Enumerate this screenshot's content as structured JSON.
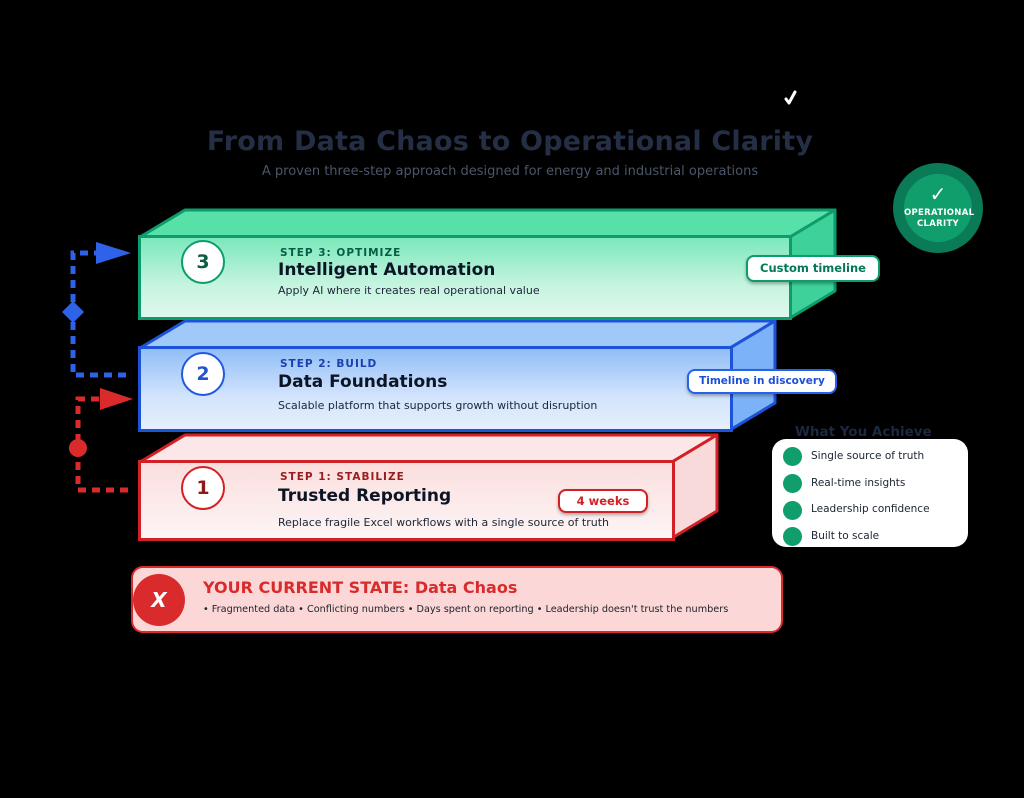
{
  "header": {
    "title": "From Data Chaos to Operational Clarity",
    "subtitle": "A proven three-step approach designed for energy and industrial operations"
  },
  "clarity_badge": {
    "check": "✓",
    "line1": "OPERATIONAL",
    "line2": "CLARITY"
  },
  "steps": [
    {
      "number": "3",
      "kicker": "STEP 3: OPTIMIZE",
      "title": "Intelligent Automation",
      "description": "Apply AI where it creates real operational value",
      "timeline": "Custom timeline",
      "accent": "#0d9c6c"
    },
    {
      "number": "2",
      "kicker": "STEP 2: BUILD",
      "title": "Data Foundations",
      "description": "Scalable platform that supports growth without disruption",
      "timeline": "Timeline in discovery",
      "accent": "#1d53d8"
    },
    {
      "number": "1",
      "kicker": "STEP 1: STABILIZE",
      "title": "Trusted Reporting",
      "description": "Replace fragile Excel workflows with a single source of truth",
      "timeline": "4 weeks",
      "accent": "#d22027"
    }
  ],
  "achieve": {
    "heading": "What You Achieve",
    "items": [
      "Single source of truth",
      "Real-time insights",
      "Leadership confidence",
      "Built to scale"
    ]
  },
  "current_state": {
    "icon": "X",
    "title": "YOUR CURRENT STATE: Data Chaos",
    "details": "• Fragmented data • Conflicting numbers • Days spent on reporting • Leadership doesn't trust the numbers"
  },
  "colors": {
    "background": "#000000",
    "step3_accent": "#0d9c6c",
    "step2_accent": "#1d53d8",
    "step1_accent": "#d22027",
    "badge_green": "#0f9e6c",
    "title_text": "#242e44"
  }
}
